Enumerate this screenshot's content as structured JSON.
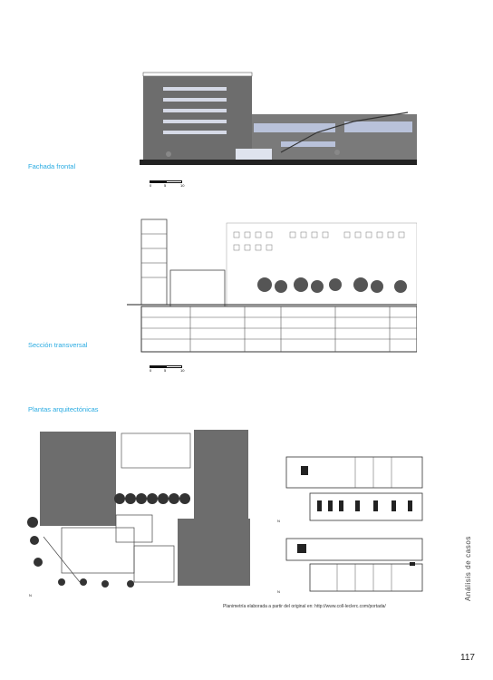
{
  "captions": {
    "fachada": "Fachada frontal",
    "seccion": "Sección transversal",
    "plantas": "Plantas arquitectónicas"
  },
  "scale_labels": [
    "0",
    "5",
    "10"
  ],
  "sidebar_label": "Análisis de casos",
  "credit": "Planimetría elaborada a partir del original en: http://www.coll-leclerc.com/portada/",
  "page_number": "117",
  "colors": {
    "caption": "#29abe2",
    "building": "#6d6d6d",
    "glass": "#9aa6c4"
  }
}
